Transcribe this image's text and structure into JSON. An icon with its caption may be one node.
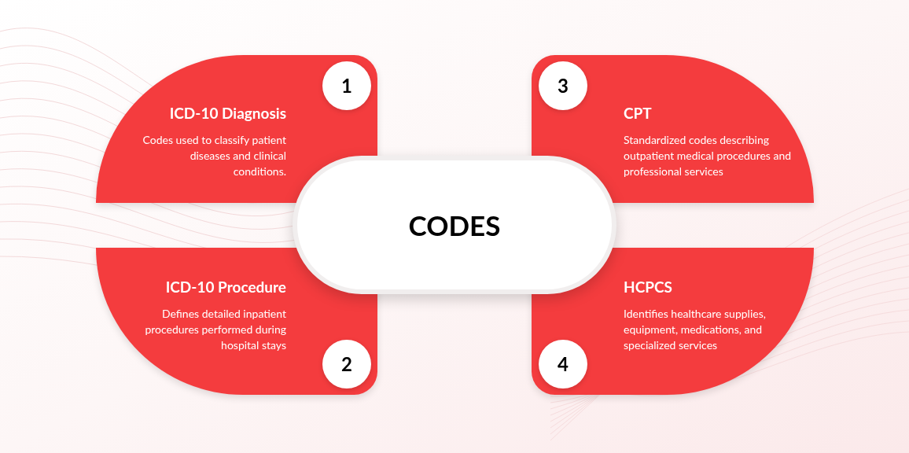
{
  "diagram": {
    "nodes": [
      {
        "text": [
          "CODES"
        ]
      },
      {
        "text": [
          "ICD-10 Diagnosis",
          "Codes used to classify patient diseases and clinical conditions."
        ]
      },
      {
        "text": [
          "1"
        ],
        "in": 1
      },
      {
        "text": [
          "CPT",
          "Standardized codes describing outpatient medical procedures and professional services"
        ]
      },
      {
        "text": [
          "3"
        ],
        "in": 3
      },
      {
        "text": [
          "ICD-10 Procedure",
          "Defines detailed inpatient procedures performed during hospital stays"
        ]
      },
      {
        "text": [
          "2"
        ],
        "in": 5
      },
      {
        "text": [
          "HCPCS",
          "Identifies healthcare supplies, equipment, medications, and specialized services"
        ]
      },
      {
        "text": [
          "4"
        ],
        "in": 7
      }
    ]
  }
}
